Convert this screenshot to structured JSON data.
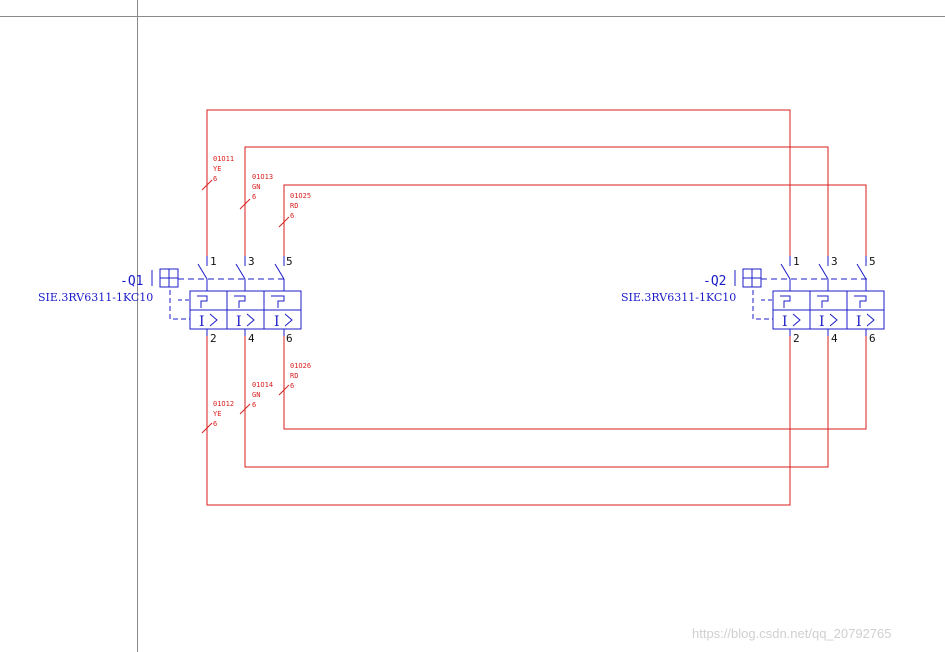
{
  "colors": {
    "wire": "#d81e1e",
    "device": "#1c1cc8",
    "guide": "#8a8a8a",
    "watermark": "#d0d0d0"
  },
  "breakers": [
    {
      "tag": "-Q1",
      "part": "SIE.3RV6311-1KC10",
      "top_terminals": [
        "1",
        "3",
        "5"
      ],
      "bottom_terminals": [
        "2",
        "4",
        "6"
      ],
      "trip_label": "I"
    },
    {
      "tag": "-Q2",
      "part": "SIE.3RV6311-1KC10",
      "top_terminals": [
        "1",
        "3",
        "5"
      ],
      "bottom_terminals": [
        "2",
        "4",
        "6"
      ],
      "trip_label": "I"
    }
  ],
  "wires_top": [
    {
      "id": "01O11",
      "color": "YE",
      "size": "6"
    },
    {
      "id": "01O13",
      "color": "GN",
      "size": "6"
    },
    {
      "id": "01O25",
      "color": "RD",
      "size": "6"
    }
  ],
  "wires_bottom": [
    {
      "id": "01O12",
      "color": "YE",
      "size": "6"
    },
    {
      "id": "01O14",
      "color": "GN",
      "size": "6"
    },
    {
      "id": "01O26",
      "color": "RD",
      "size": "6"
    }
  ],
  "watermark": "https://blog.csdn.net/qq_20792765"
}
